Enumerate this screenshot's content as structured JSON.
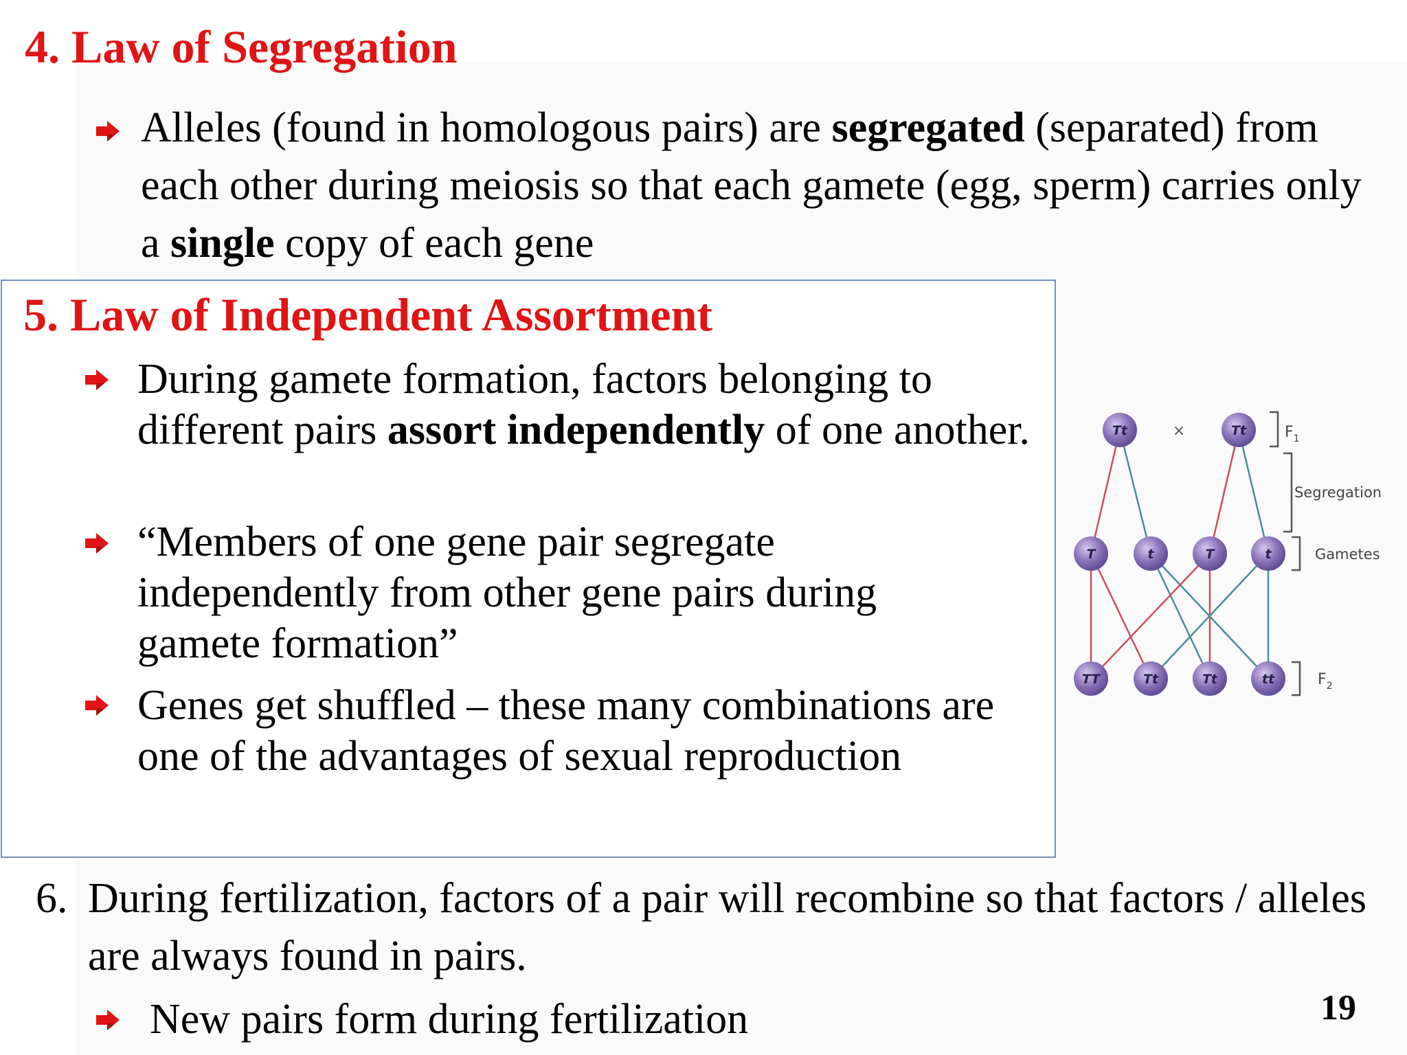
{
  "slide": {
    "section4": {
      "title": "4. Law of Segregation",
      "bullet": {
        "t1": "Alleles (found in homologous pairs) are ",
        "b1": "segregated",
        "t2": " (separated) from each other during meiosis so that each gamete (egg, sperm) carries only a ",
        "b2": "single",
        "t3": " copy of each gene"
      }
    },
    "section5": {
      "title": "5.  Law of Independent Assortment",
      "bullets": [
        {
          "t1": "During gamete formation, factors belonging to different pairs ",
          "b1": "assort independently",
          "t2": " of one another."
        },
        {
          "text": "“Members of one gene pair segregate independently from other gene pairs during gamete formation”"
        },
        {
          "text": "Genes get shuffled – these many combinations are one of the advantages of sexual reproduction"
        }
      ]
    },
    "section6": {
      "number": "6.",
      "text": "During fertilization, factors of a pair will recombine so that factors / alleles are always found in pairs.",
      "bullet": "New pairs form during fertilization"
    },
    "page_number": "19",
    "diagram": {
      "parents": [
        "Tt",
        "Tt"
      ],
      "cross_symbol": "×",
      "gametes": [
        "T",
        "t",
        "T",
        "t"
      ],
      "offspring": [
        "TT",
        "Tt",
        "Tt",
        "tt"
      ],
      "labels": {
        "f1": "F",
        "f1_sub": "1",
        "segregation": "Segregation",
        "gametes": "Gametes",
        "f2": "F",
        "f2_sub": "2"
      },
      "colors": {
        "red_line": "#c94f5e",
        "teal_line": "#4a8c96",
        "circle_fill": "#8a72b8",
        "arrow_red": "#e01414"
      }
    }
  }
}
